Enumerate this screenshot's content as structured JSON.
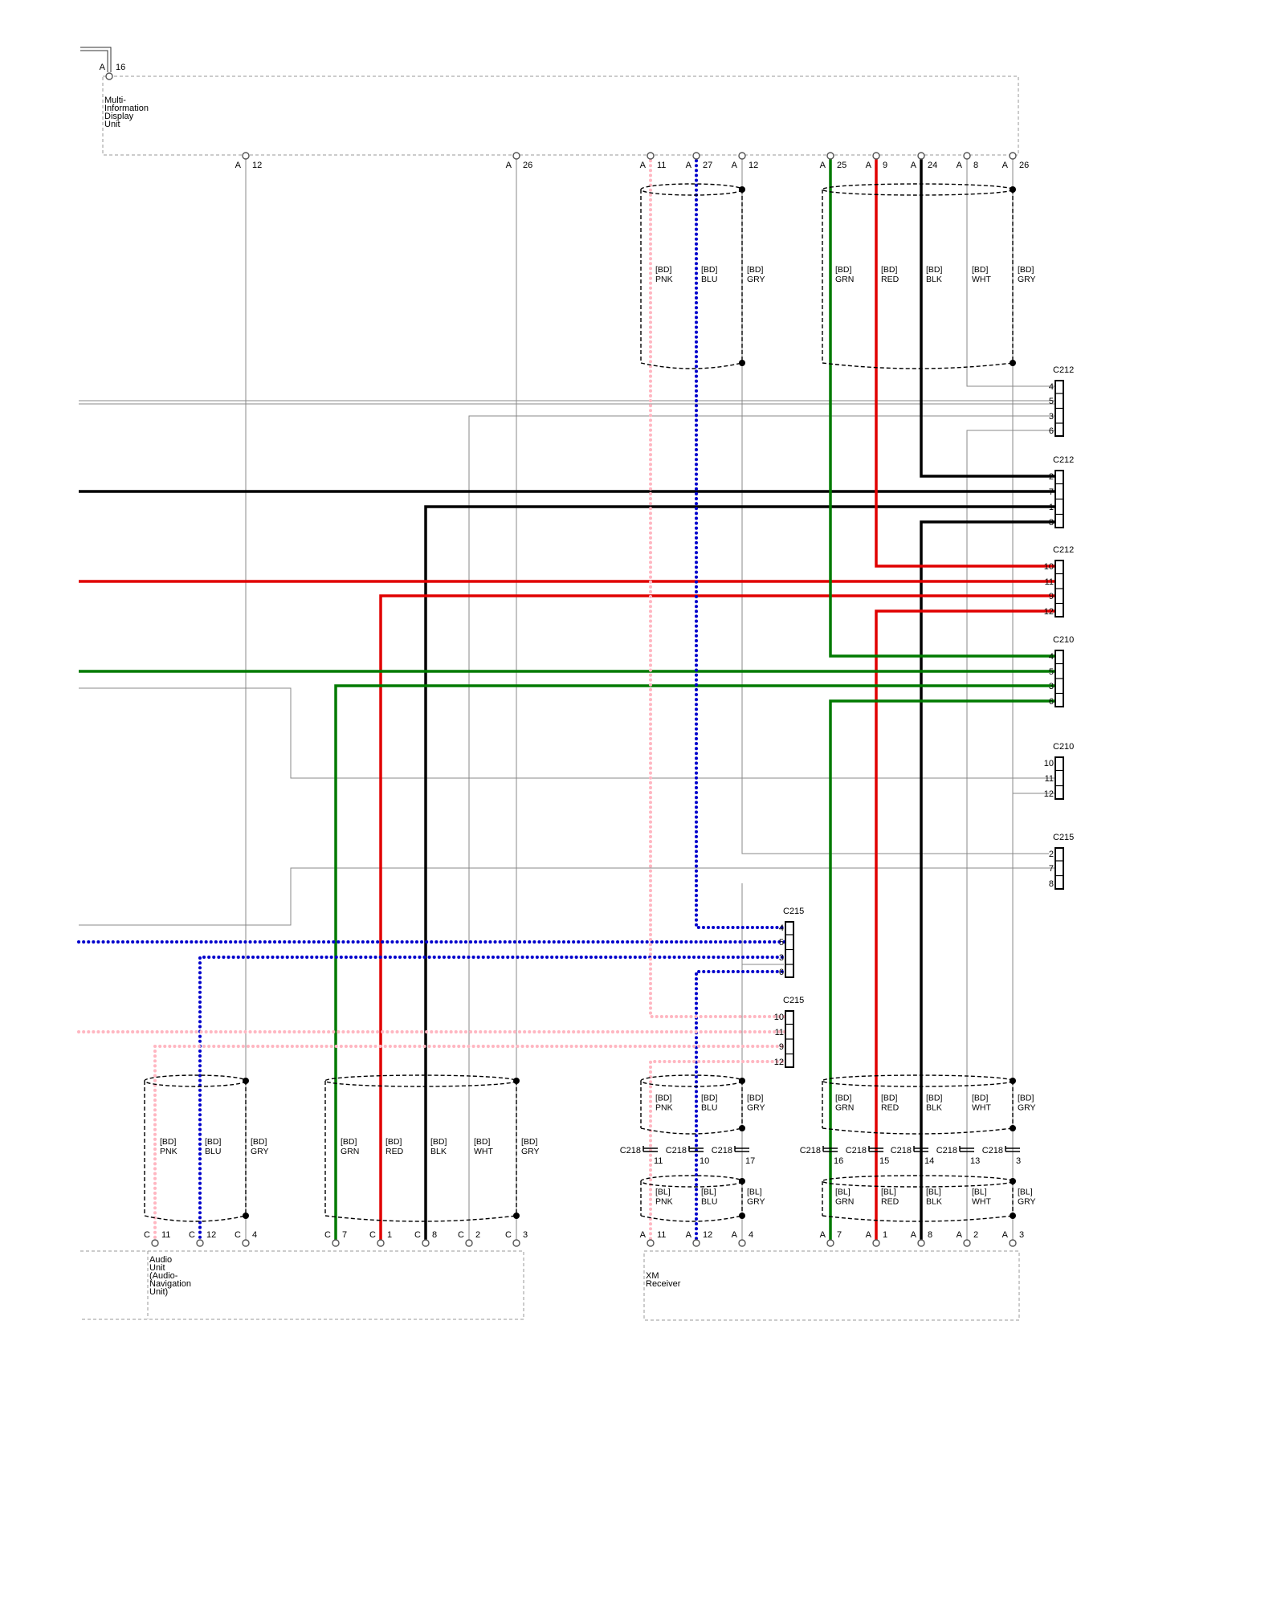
{
  "components": {
    "mid": {
      "text": [
        "Multi-",
        "Information",
        "Display",
        "Unit"
      ],
      "top_pin": {
        "conn": "A",
        "num": "16"
      }
    },
    "audio": {
      "text": [
        "Audio",
        "Unit",
        "(Audio-",
        "Navigation",
        "Unit)"
      ]
    },
    "xm": {
      "text": [
        "XM",
        "Receiver"
      ]
    }
  },
  "colors": {
    "PNK": "#ffb6c1",
    "BLU": "#0000cc",
    "GRY": "#777777",
    "GRN": "#007a00",
    "RED": "#e00000",
    "BLK": "#000000",
    "WHT": "#999999",
    "thin": "#888888"
  },
  "mid_pins": [
    {
      "conn": "A",
      "num": "12"
    },
    {
      "conn": "A",
      "num": "26"
    },
    {
      "conn": "A",
      "num": "11"
    },
    {
      "conn": "A",
      "num": "27"
    },
    {
      "conn": "A",
      "num": "12"
    },
    {
      "conn": "A",
      "num": "25"
    },
    {
      "conn": "A",
      "num": "9"
    },
    {
      "conn": "A",
      "num": "24"
    },
    {
      "conn": "A",
      "num": "8"
    },
    {
      "conn": "A",
      "num": "26"
    }
  ],
  "audio_pins": [
    {
      "conn": "C",
      "num": "11"
    },
    {
      "conn": "C",
      "num": "12"
    },
    {
      "conn": "C",
      "num": "4"
    },
    {
      "conn": "C",
      "num": "7"
    },
    {
      "conn": "C",
      "num": "1"
    },
    {
      "conn": "C",
      "num": "8"
    },
    {
      "conn": "C",
      "num": "2"
    },
    {
      "conn": "C",
      "num": "3"
    }
  ],
  "xm_pins": [
    {
      "conn": "A",
      "num": "11"
    },
    {
      "conn": "A",
      "num": "12"
    },
    {
      "conn": "A",
      "num": "4"
    },
    {
      "conn": "A",
      "num": "7"
    },
    {
      "conn": "A",
      "num": "1"
    },
    {
      "conn": "A",
      "num": "8"
    },
    {
      "conn": "A",
      "num": "2"
    },
    {
      "conn": "A",
      "num": "3"
    }
  ],
  "shield_labels": {
    "top_left": [
      [
        "[BD]",
        "PNK"
      ],
      [
        "[BD]",
        "BLU"
      ],
      [
        "[BD]",
        "GRY"
      ]
    ],
    "top_right": [
      [
        "[BD]",
        "GRN"
      ],
      [
        "[BD]",
        "RED"
      ],
      [
        "[BD]",
        "BLK"
      ],
      [
        "[BD]",
        "WHT"
      ],
      [
        "[BD]",
        "GRY"
      ]
    ],
    "audio_left": [
      [
        "[BD]",
        "PNK"
      ],
      [
        "[BD]",
        "BLU"
      ],
      [
        "[BD]",
        "GRY"
      ]
    ],
    "audio_right": [
      [
        "[BD]",
        "GRN"
      ],
      [
        "[BD]",
        "RED"
      ],
      [
        "[BD]",
        "BLK"
      ],
      [
        "[BD]",
        "WHT"
      ],
      [
        "[BD]",
        "GRY"
      ]
    ],
    "xm_bd_left": [
      [
        "[BD]",
        "PNK"
      ],
      [
        "[BD]",
        "BLU"
      ],
      [
        "[BD]",
        "GRY"
      ]
    ],
    "xm_bd_right": [
      [
        "[BD]",
        "GRN"
      ],
      [
        "[BD]",
        "RED"
      ],
      [
        "[BD]",
        "BLK"
      ],
      [
        "[BD]",
        "WHT"
      ],
      [
        "[BD]",
        "GRY"
      ]
    ],
    "xm_bl_left": [
      [
        "[BL]",
        "PNK"
      ],
      [
        "[BL]",
        "BLU"
      ],
      [
        "[BL]",
        "GRY"
      ]
    ],
    "xm_bl_right": [
      [
        "[BL]",
        "GRN"
      ],
      [
        "[BL]",
        "RED"
      ],
      [
        "[BL]",
        "BLK"
      ],
      [
        "[BL]",
        "WHT"
      ],
      [
        "[BL]",
        "GRY"
      ]
    ]
  },
  "connectors": [
    {
      "name": "C212",
      "pins": [
        "4",
        "5",
        "3",
        "6"
      ]
    },
    {
      "name": "C212",
      "pins": [
        "2",
        "7",
        "1",
        "8"
      ]
    },
    {
      "name": "C212",
      "pins": [
        "10",
        "11",
        "9",
        "12"
      ]
    },
    {
      "name": "C210",
      "pins": [
        "4",
        "5",
        "3",
        "6"
      ]
    },
    {
      "name": "C210",
      "pins": [
        "10",
        "11",
        "12"
      ]
    },
    {
      "name": "C215",
      "pins": [
        "2",
        "7",
        "8"
      ]
    },
    {
      "name": "C215",
      "pins": [
        "4",
        "5",
        "3",
        "6"
      ]
    },
    {
      "name": "C215",
      "pins": [
        "10",
        "11",
        "9",
        "12"
      ]
    }
  ],
  "c218": {
    "name": "C218",
    "pins": [
      "11",
      "10",
      "17",
      "16",
      "15",
      "14",
      "13",
      "3"
    ]
  }
}
